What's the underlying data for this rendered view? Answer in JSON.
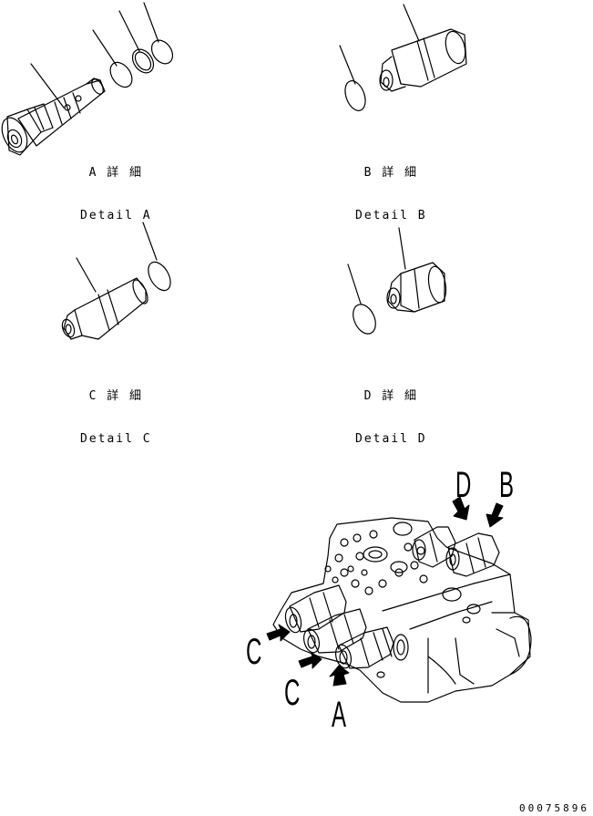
{
  "details": [
    {
      "jp": "A 詳 細",
      "en": "Detail A"
    },
    {
      "jp": "B 詳 細",
      "en": "Detail B"
    },
    {
      "jp": "C 詳 細",
      "en": "Detail C"
    },
    {
      "jp": "D 詳 細",
      "en": "Detail D"
    }
  ],
  "callouts": {
    "a": "A",
    "b": "B",
    "c1": "C",
    "c2": "C",
    "d": "D"
  },
  "doc_number": "00075896"
}
